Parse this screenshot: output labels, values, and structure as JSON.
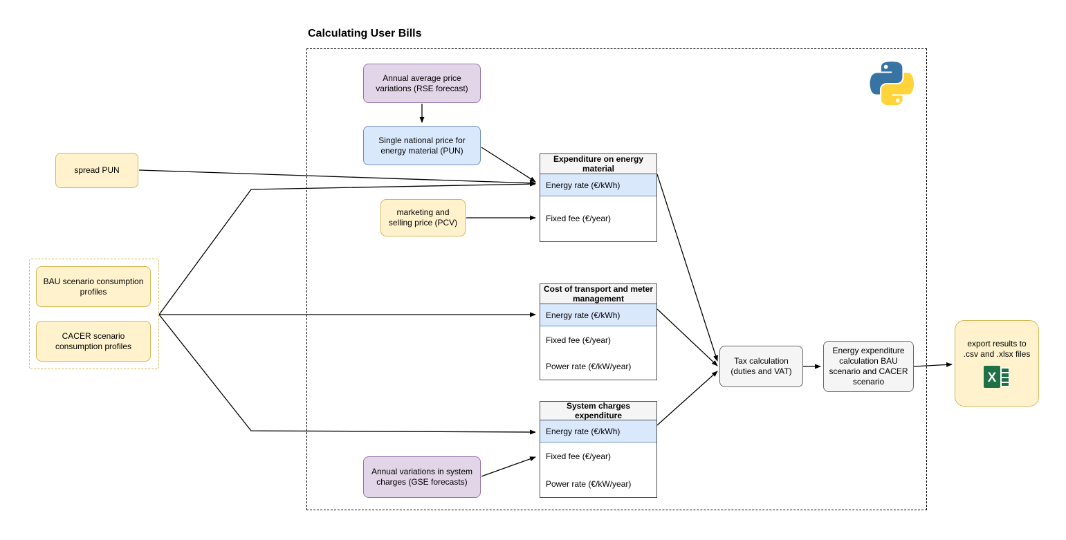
{
  "title": "Calculating User Bills",
  "nodes": {
    "rse": {
      "label": "Annual average price variations (RSE forecast)"
    },
    "pun": {
      "label": "Single national price for energy material (PUN)"
    },
    "spread_pun": {
      "label": "spread PUN"
    },
    "pcv": {
      "label": "marketing and selling price (PCV)"
    },
    "bau": {
      "label": "BAU scenario consumption profiles"
    },
    "cacer": {
      "label": "CACER scenario consumption profiles"
    },
    "gse": {
      "label": "Annual variations in system charges (GSE forecasts)"
    },
    "tax": {
      "label": "Tax calculation (duties and VAT)"
    },
    "energy_expenditure": {
      "label": "Energy expenditure calculation BAU scenario and CACER scenario"
    },
    "export": {
      "label": "export results to .csv and .xlsx files"
    }
  },
  "tables": [
    {
      "header": "Expenditure on energy material",
      "rows": [
        {
          "label": "Energy rate (€/kWh)",
          "highlight": true
        },
        {
          "label": "Fixed fee (€/year)",
          "highlight": false
        }
      ]
    },
    {
      "header": "Cost of transport and meter management",
      "rows": [
        {
          "label": "Energy rate (€/kWh)",
          "highlight": true
        },
        {
          "label": "Fixed fee (€/year)",
          "highlight": false
        },
        {
          "label": "Power rate (€/kW/year)",
          "highlight": false
        }
      ]
    },
    {
      "header": "System charges expenditure",
      "rows": [
        {
          "label": "Energy rate (€/kWh)",
          "highlight": true
        },
        {
          "label": "Fixed fee (€/year)",
          "highlight": false
        },
        {
          "label": "Power rate (€/kW/year)",
          "highlight": false
        }
      ]
    }
  ],
  "icons": {
    "python_logo": "python-logo",
    "excel_logo": "excel-icon"
  },
  "colors": {
    "purple_fill": "#e1d5e7",
    "purple_border": "#9673a6",
    "blue_fill": "#dae8fc",
    "blue_border": "#6c8ebf",
    "yellow_fill": "#fff2cc",
    "yellow_border": "#d6b656",
    "gray_fill": "#f5f5f5",
    "gray_border": "#666666",
    "python_blue": "#3874A3",
    "python_yellow": "#FFD43B",
    "excel_green": "#1e7145"
  }
}
